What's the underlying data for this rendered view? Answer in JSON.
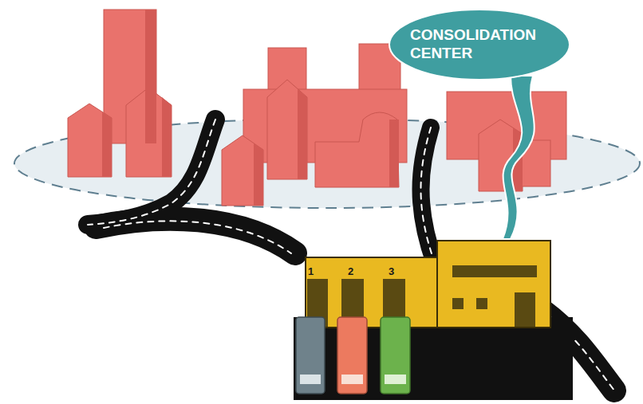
{
  "diagram": {
    "nodes": [
      {
        "text": [
          "CONSOLIDATION CENTER"
        ]
      }
    ],
    "labels": [
      "1",
      "2",
      "3"
    ]
  }
}
